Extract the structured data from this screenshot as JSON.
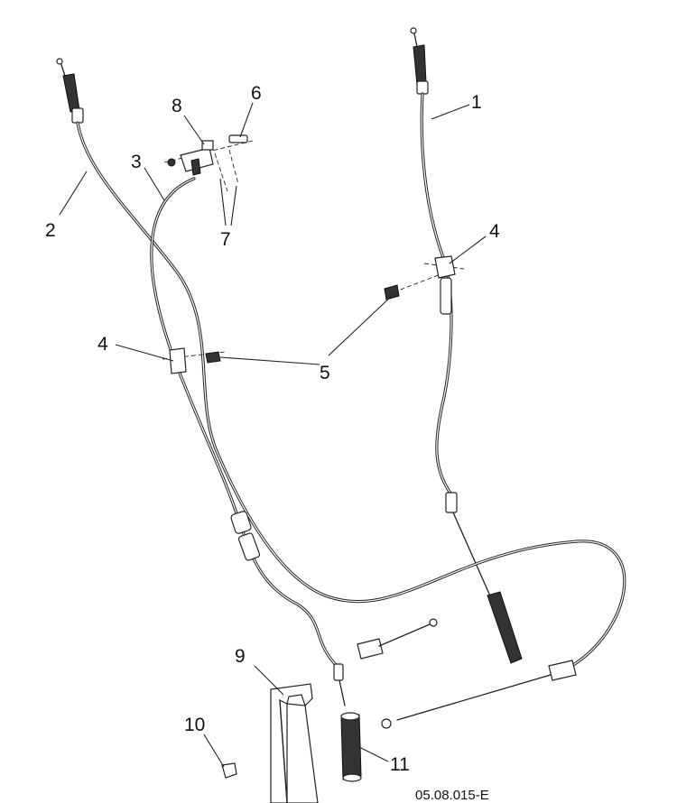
{
  "callouts": {
    "c1": "1",
    "c2": "2",
    "c3": "3",
    "c4a": "4",
    "c4b": "4",
    "c5": "5",
    "c6": "6",
    "c7": "7",
    "c8": "8",
    "c9": "9",
    "c10": "10",
    "c11": "11"
  },
  "drawing_code": "05.08.015-E"
}
